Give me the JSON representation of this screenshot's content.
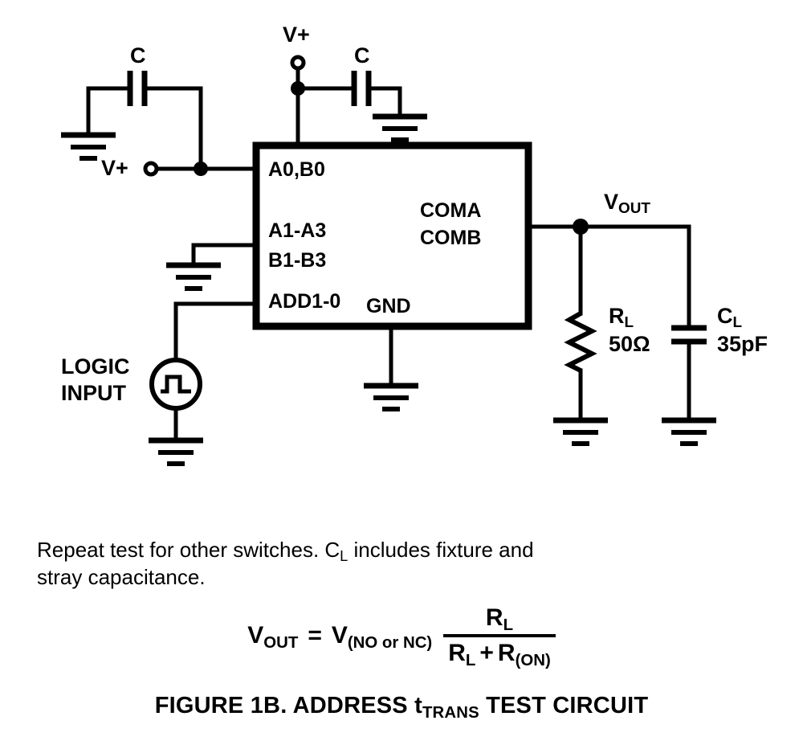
{
  "figure": {
    "caption_prefix": "FIGURE 1B.  ADDRESS t",
    "caption_sub": "TRANS",
    "caption_suffix": " TEST CIRCUIT",
    "note_line1_a": "Repeat test for other switches. C",
    "note_line1_sub": "L",
    "note_line1_b": " includes fixture and stray",
    "note_line2": "capacitance."
  },
  "equation": {
    "lhs_main": "V",
    "lhs_sub": "OUT",
    "equals": "=",
    "rhs_main": "V",
    "rhs_sub": "(NO or NC)",
    "numerator_main": "R",
    "numerator_sub": "L",
    "denominator_r1": "R",
    "denominator_r1_sub": "L",
    "denominator_plus": "+",
    "denominator_r2": "R",
    "denominator_r2_sub": "(ON)"
  },
  "ic": {
    "pins_left": [
      {
        "name": "A0,B0",
        "label": "A0,B0"
      },
      {
        "name": "A1-A3",
        "label": "A1-A3"
      },
      {
        "name": "B1-B3",
        "label": "B1-B3"
      },
      {
        "name": "ADD1-0",
        "label": "ADD1-0"
      }
    ],
    "pins_right": [
      {
        "name": "COMA",
        "label": "COMA"
      },
      {
        "name": "COMB",
        "label": "COMB"
      }
    ],
    "pin_ground": {
      "name": "GND",
      "label": "GND"
    }
  },
  "labels": {
    "supply_left": "V+",
    "supply_top": "V+",
    "cap_left": "C",
    "cap_top": "C",
    "vout_main": "V",
    "vout_sub": "OUT",
    "rl_main": "R",
    "rl_sub": "L",
    "rl_value": "50Ω",
    "cl_main": "C",
    "cl_sub": "L",
    "cl_value": "35pF",
    "logic_input_line1": "LOGIC",
    "logic_input_line2": "INPUT"
  },
  "colors": {
    "ink": "#000000",
    "paper": "#ffffff"
  }
}
